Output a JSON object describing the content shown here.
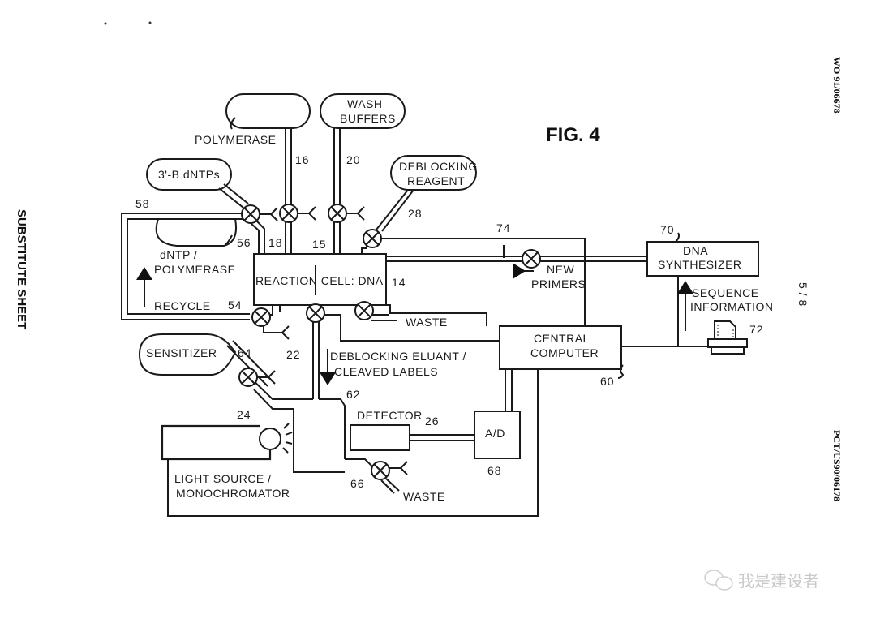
{
  "figure": {
    "title": "FIG. 4",
    "header_publication": "WO 91/06678",
    "header_application": "PCT/US90/06178",
    "page_number": "5 / 8",
    "side_stamp": "SUBSTITUTE SHEET",
    "watermark": "我是建设者"
  },
  "reservoirs": {
    "polymerase": "POLYMERASE",
    "wash_line1": "WASH",
    "wash_line2": "BUFFERS",
    "dntps": "3'-B dNTPs",
    "deblock_line1": "DEBLOCKING",
    "deblock_line2": "REAGENT",
    "dntp_poly_line1": "dNTP /",
    "dntp_poly_line2": "POLYMERASE",
    "sensitizer": "SENSITIZER"
  },
  "blocks": {
    "reaction_cell": "REACTION CELL: DNA",
    "dna_synth_line1": "DNA",
    "dna_synth_line2": "SYNTHESIZER",
    "central_line1": "CENTRAL",
    "central_line2": "COMPUTER",
    "detector": "DETECTOR",
    "ad": "A/D",
    "light_line1": "LIGHT SOURCE /",
    "light_line2": "MONOCHROMATOR"
  },
  "annotations": {
    "recycle": "RECYCLE",
    "waste_top": "WASTE",
    "waste_bottom": "WASTE",
    "eluant_line1": "DEBLOCKING ELUANT /",
    "eluant_line2": "CLEAVED LABELS",
    "new_line1": "NEW",
    "new_line2": "PRIMERS",
    "seq_line1": "SEQUENCE",
    "seq_line2": "INFORMATION"
  },
  "refs": {
    "r14": "14",
    "r15": "15",
    "r16": "16",
    "r18": "18",
    "r20": "20",
    "r22": "22",
    "r24": "24",
    "r26": "26",
    "r28": "28",
    "r54": "54",
    "r56": "56",
    "r58": "58",
    "r60": "60",
    "r62": "62",
    "r64": "64",
    "r66": "66",
    "r68": "68",
    "r70": "70",
    "r72": "72",
    "r74": "74"
  }
}
